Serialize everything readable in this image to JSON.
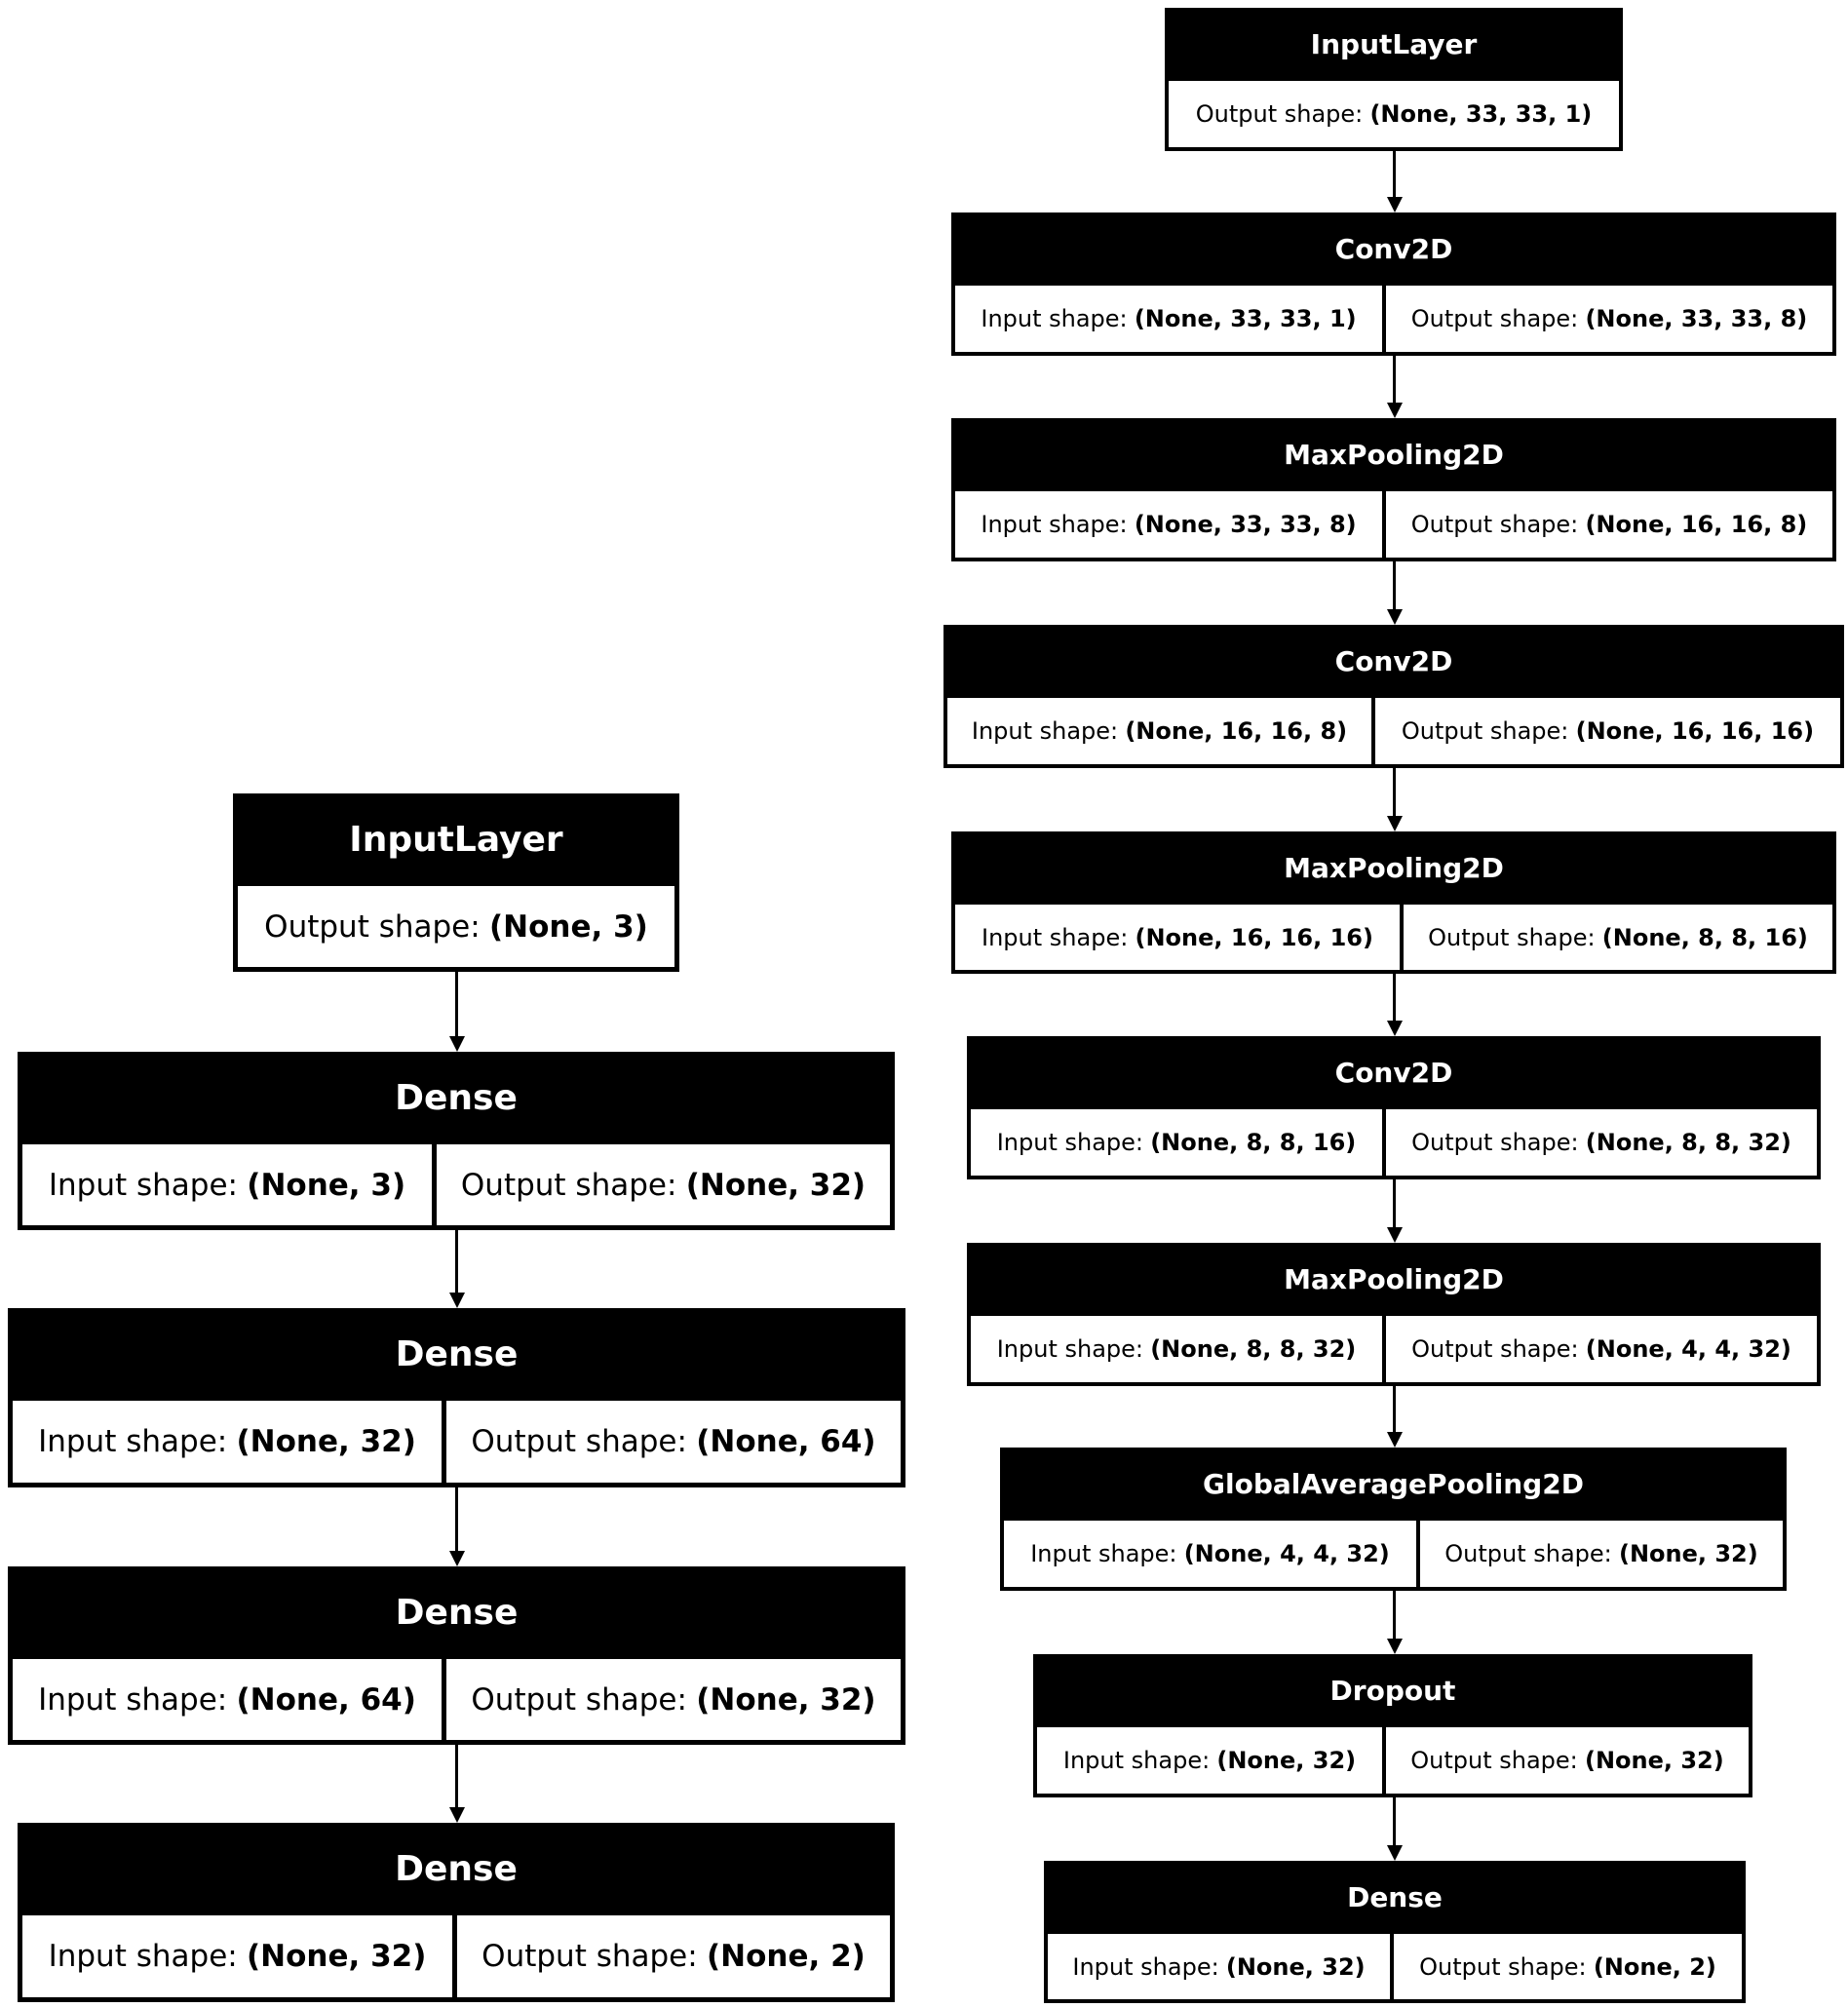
{
  "labels": {
    "input_shape": "Input shape:",
    "output_shape": "Output shape:"
  },
  "model_left": {
    "layers": [
      {
        "name": "InputLayer",
        "output": "(None, 3)"
      },
      {
        "name": "Dense",
        "input": "(None, 3)",
        "output": "(None, 32)"
      },
      {
        "name": "Dense",
        "input": "(None, 32)",
        "output": "(None, 64)"
      },
      {
        "name": "Dense",
        "input": "(None, 64)",
        "output": "(None, 32)"
      },
      {
        "name": "Dense",
        "input": "(None, 32)",
        "output": "(None, 2)"
      }
    ]
  },
  "model_right": {
    "layers": [
      {
        "name": "InputLayer",
        "output": "(None, 33, 33, 1)"
      },
      {
        "name": "Conv2D",
        "input": "(None, 33, 33, 1)",
        "output": "(None, 33, 33, 8)"
      },
      {
        "name": "MaxPooling2D",
        "input": "(None, 33, 33, 8)",
        "output": "(None, 16, 16, 8)"
      },
      {
        "name": "Conv2D",
        "input": "(None, 16, 16, 8)",
        "output": "(None, 16, 16, 16)"
      },
      {
        "name": "MaxPooling2D",
        "input": "(None, 16, 16, 16)",
        "output": "(None, 8, 8, 16)"
      },
      {
        "name": "Conv2D",
        "input": "(None, 8, 8, 16)",
        "output": "(None, 8, 8, 32)"
      },
      {
        "name": "MaxPooling2D",
        "input": "(None, 8, 8, 32)",
        "output": "(None, 4, 4, 32)"
      },
      {
        "name": "GlobalAveragePooling2D",
        "input": "(None, 4, 4, 32)",
        "output": "(None, 32)"
      },
      {
        "name": "Dropout",
        "input": "(None, 32)",
        "output": "(None, 32)"
      },
      {
        "name": "Dense",
        "input": "(None, 32)",
        "output": "(None, 2)"
      }
    ]
  }
}
